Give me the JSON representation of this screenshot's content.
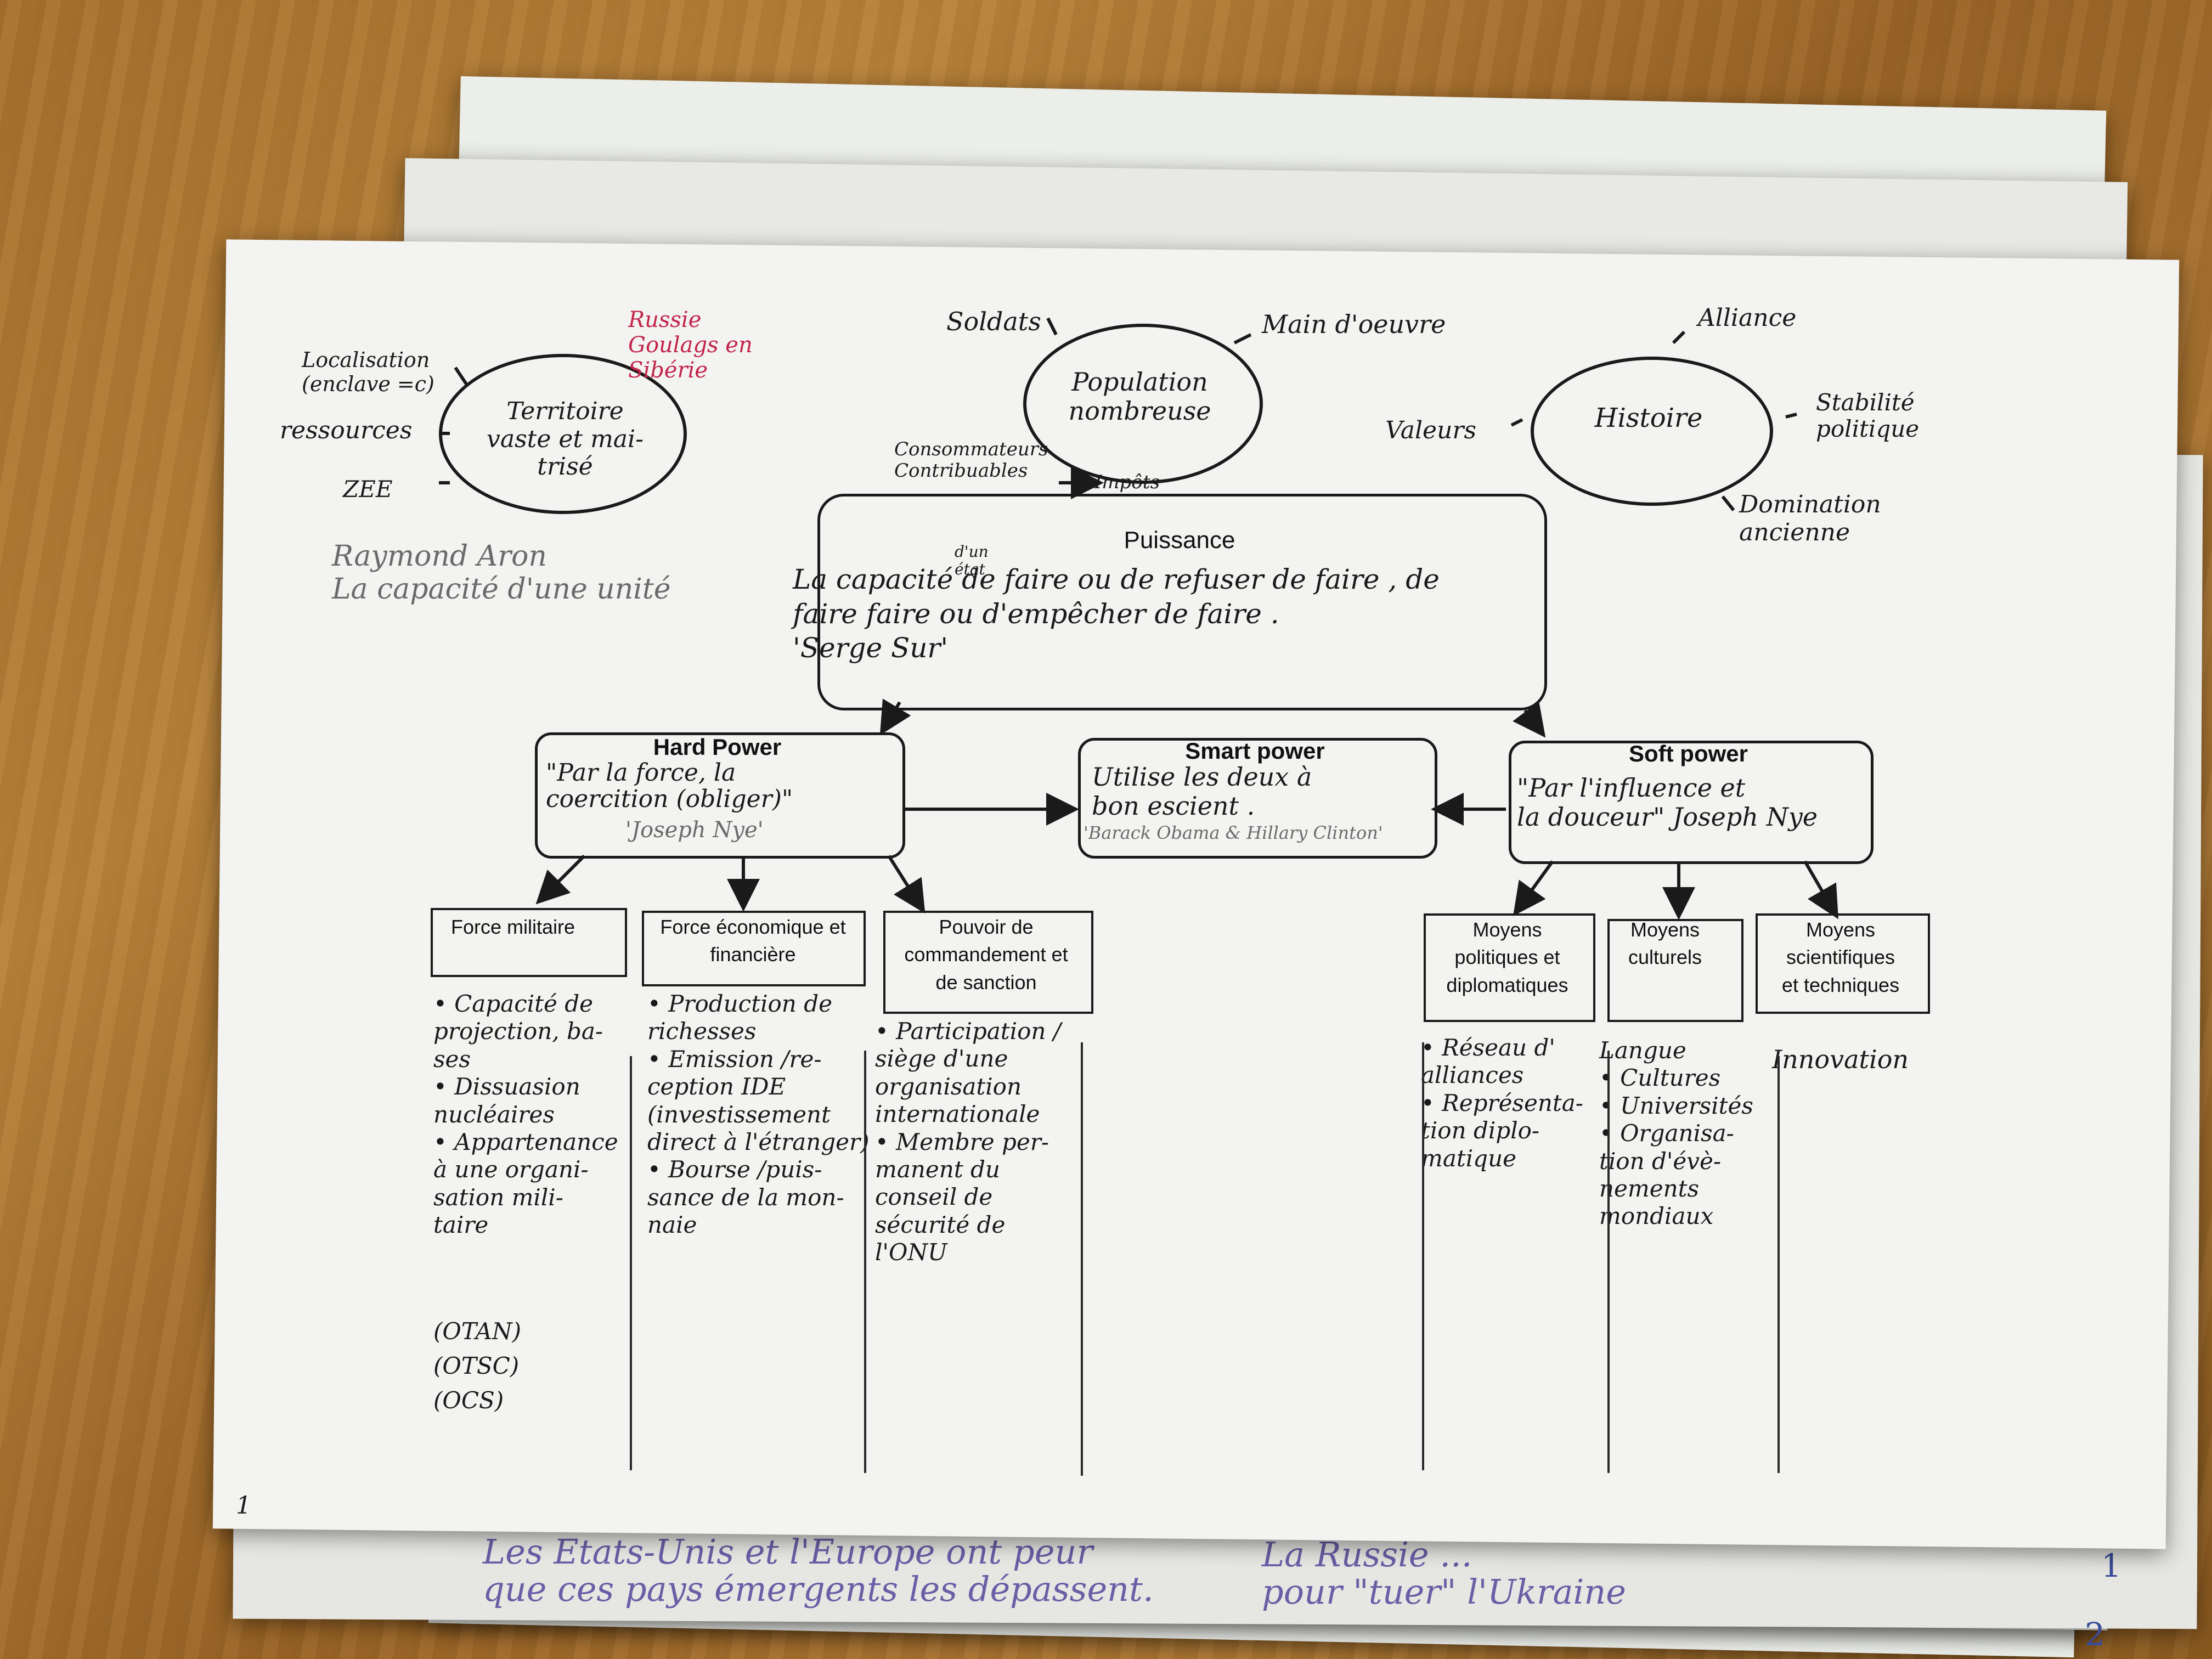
{
  "territoire": {
    "label": "Territoire\nvaste et mai-\ntrisé",
    "localisation": "Localisation\n(enclave =c)",
    "ressources": "ressources",
    "zee": "ZEE",
    "russie": "Russie\nGoulags en\nSibérie"
  },
  "population": {
    "label": "Population\nnombreuse",
    "soldats": "Soldats",
    "main": "Main d'oeuvre",
    "conso": "Consommateurs\nContribuables",
    "impots": "Impôts"
  },
  "histoire": {
    "label": "Histoire",
    "alliance": "Alliance",
    "valeurs": "Valeurs",
    "stabilite": "Stabilité\npolitique",
    "domination": "Domination\nancienne"
  },
  "aron": "Raymond Aron\nLa capacité d'une unité",
  "puissance": {
    "title": "Puissance",
    "insert": "d'un\nétat",
    "text": "La capacité de faire ou de refuser de faire , de\nfaire faire ou d'empêcher de faire .\n'Serge Sur'"
  },
  "hard": {
    "title": "Hard Power",
    "quote": "\"Par la force, la\ncoercition (obliger)\"",
    "author": "'Joseph Nye'"
  },
  "smart": {
    "title": "Smart power",
    "text": "Utilise les deux à\nbon escient .",
    "author": "'Barack Obama & Hillary Clinton'"
  },
  "soft": {
    "title": "Soft power",
    "text": "\"Par l'influence et\nla douceur\" Joseph Nye"
  },
  "hard_cols": [
    {
      "title": "Force militaire",
      "notes": "• Capacité de\nprojection, ba-\nses\n• Dissuasion\nnucléaires\n• Appartenance\nà une organi-\nsation mili-\ntaire",
      "extra": "(OTAN)\n(OTSC)\n(OCS)"
    },
    {
      "title": "Force économique et\nfinancière",
      "notes": "• Production de\nrichesses\n• Emission /re-\nception IDE\n(investissement\ndirect à l'étranger)\n• Bourse /puis-\nsance de la mon-\nnaie"
    },
    {
      "title": "Pouvoir de\ncommandement et\nde sanction",
      "notes": "• Participation /\nsiège d'une\norganisation\ninternationale\n• Membre per-\nmanent du\nconseil de\nsécurité de\nl'ONU"
    }
  ],
  "soft_cols": [
    {
      "title": "Moyens\npolitiques et\ndiplomatiques",
      "notes": "• Réseau d'\nalliances\n• Représenta-\ntion diplo-\nmatique"
    },
    {
      "title": "Moyens\nculturels",
      "notes": "Langue\n• Cultures\n• Universités\n• Organisa-\ntion d'évè-\nnements\nmondiaux"
    },
    {
      "title": "Moyens\nscientifiques\net techniques",
      "notes": "Innovation"
    }
  ],
  "page_corner": "1",
  "under": {
    "left": "Les Etats-Unis et l'Europe ont peur\nque ces pays émergents les dépassent.",
    "right": "La Russie ...\npour \"tuer\" l'Ukraine",
    "num1": "1",
    "num2": "2"
  }
}
